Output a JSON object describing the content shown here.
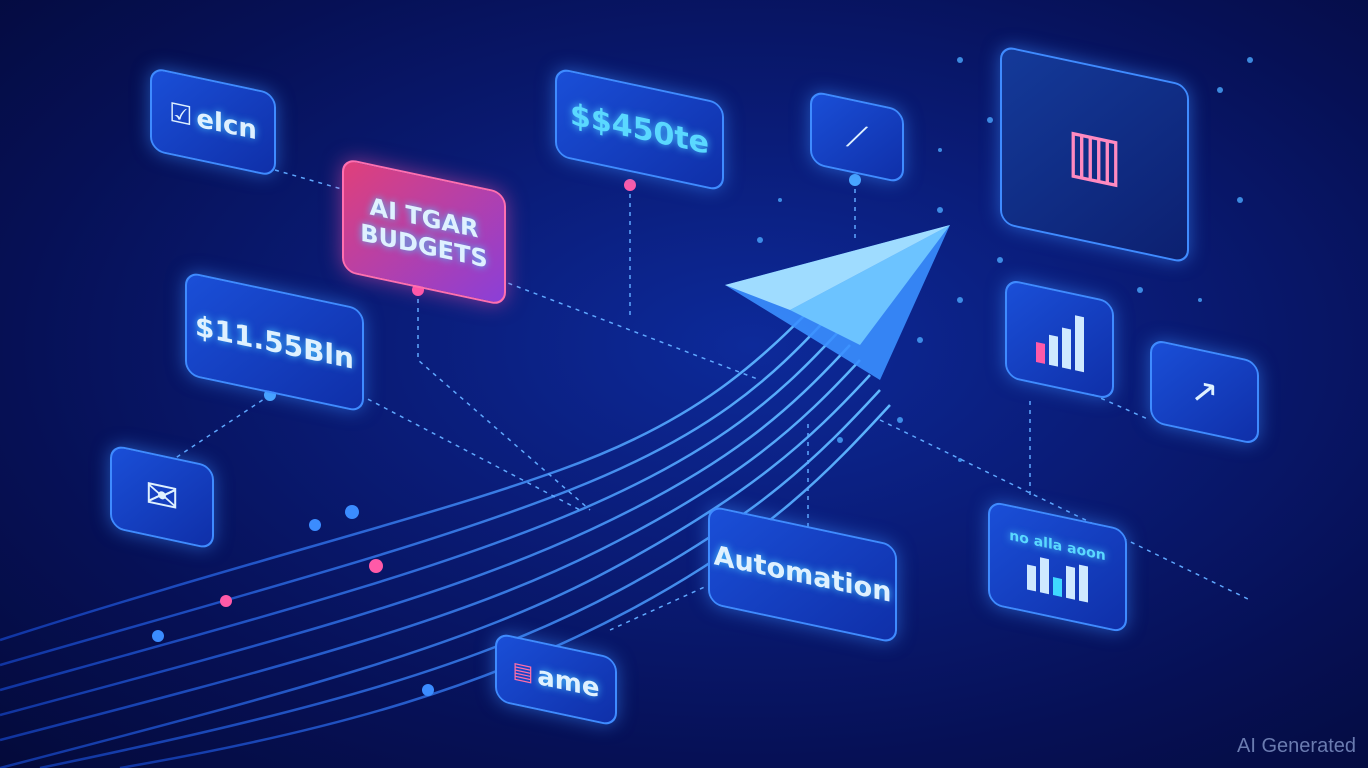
{
  "cards": {
    "elcn": "elcn",
    "budgets_line1": "AI TGAR",
    "budgets_line2": "BUDGETS",
    "amount_top": "$$450te",
    "amount_left": "$11.55Bln",
    "automation": "Automation",
    "ame": "ame",
    "chart_label": "no alla aoon"
  },
  "watermark": "AI Generated",
  "colors": {
    "accent": "#3f8bff",
    "pink": "#e0407a",
    "background": "#061055"
  }
}
